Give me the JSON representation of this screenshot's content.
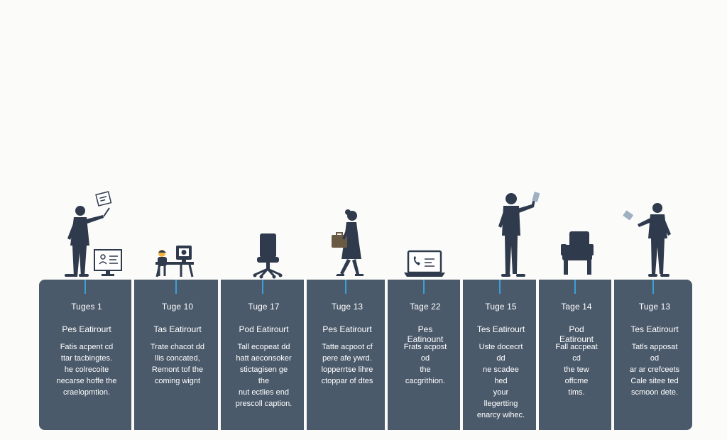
{
  "diagram": {
    "stages": [
      {
        "stage": "Tuges 1",
        "role": "Pes Eatirourt",
        "desc": "Fatis acpent cd\nttar tacbingtes.\nhe colrecoite\nnecarse hoffe the\ncraelopmtion.",
        "figure": "person-with-paper-and-monitor"
      },
      {
        "stage": "Tuge 10",
        "role": "Tas Eatirourt",
        "desc": "Trate chacot dd\nllis concated,\nRemont tof the\ncoming wignt",
        "figure": "person-at-computer-desk"
      },
      {
        "stage": "Tuge 17",
        "role": "Pod Eatirourt",
        "desc": "Tall ecopeat dd\nhatt aeconsoker\nstictagisen ge the\nnut ectlies end\nprescoll caption.",
        "figure": "office-chair"
      },
      {
        "stage": "Tuge 13",
        "role": "Pes Eatirourt",
        "desc": "Tatte acpoot cf\npere afe ywrd.\nlopperrtse lihre\nctoppar of dtes",
        "figure": "walking-person-with-briefcase"
      },
      {
        "stage": "Tage 22",
        "role": "Pes Eatinount",
        "desc": "Frats acpost od\nthe cacgrithion.",
        "figure": "laptop-with-call-screen"
      },
      {
        "stage": "Tuge 15",
        "role": "Tes Eatirourt",
        "desc": "Uste docecrt dd\nne scadee hed\nyour llegertting\nenarcy wihec.",
        "figure": "person-holding-phone"
      },
      {
        "stage": "Tage 14",
        "role": "Pod Eatirount",
        "desc": "Fall accpeat cd\nthe tew offcme\ntims.",
        "figure": "armchair"
      },
      {
        "stage": "Tuge 13",
        "role": "Tes Eatirourt",
        "desc": "Tatls apposat od\nar ar crefceets\nCale sitee ted\nscmoon dete.",
        "figure": "person-holding-tablet"
      }
    ],
    "colors": {
      "panel": "#4b5a6b",
      "tick": "#3aa0d8",
      "figure": "#2f3b4d",
      "background": "#fbfbfa"
    }
  }
}
